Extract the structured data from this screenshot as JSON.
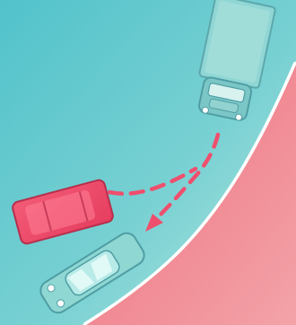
{
  "scene": {
    "kind": "road-crash-illustration",
    "colors": {
      "road": "#5ec6cf",
      "road_light": "#b8e7e3",
      "verge": "#f07a86",
      "verge_light": "#f6b4b7",
      "curb": "#ffffff",
      "car_teal": "#7fd0cf",
      "car_red": "#ef4f6d",
      "arrow": "#ef4f6d"
    },
    "vehicles": [
      {
        "name": "truck",
        "color": "teal"
      },
      {
        "name": "red-car",
        "color": "red"
      },
      {
        "name": "teal-car",
        "color": "teal"
      }
    ],
    "paths": [
      {
        "name": "red-car-path",
        "style": "dashed",
        "color": "red"
      },
      {
        "name": "truck-path",
        "style": "dashed-arrow",
        "color": "red"
      }
    ]
  }
}
